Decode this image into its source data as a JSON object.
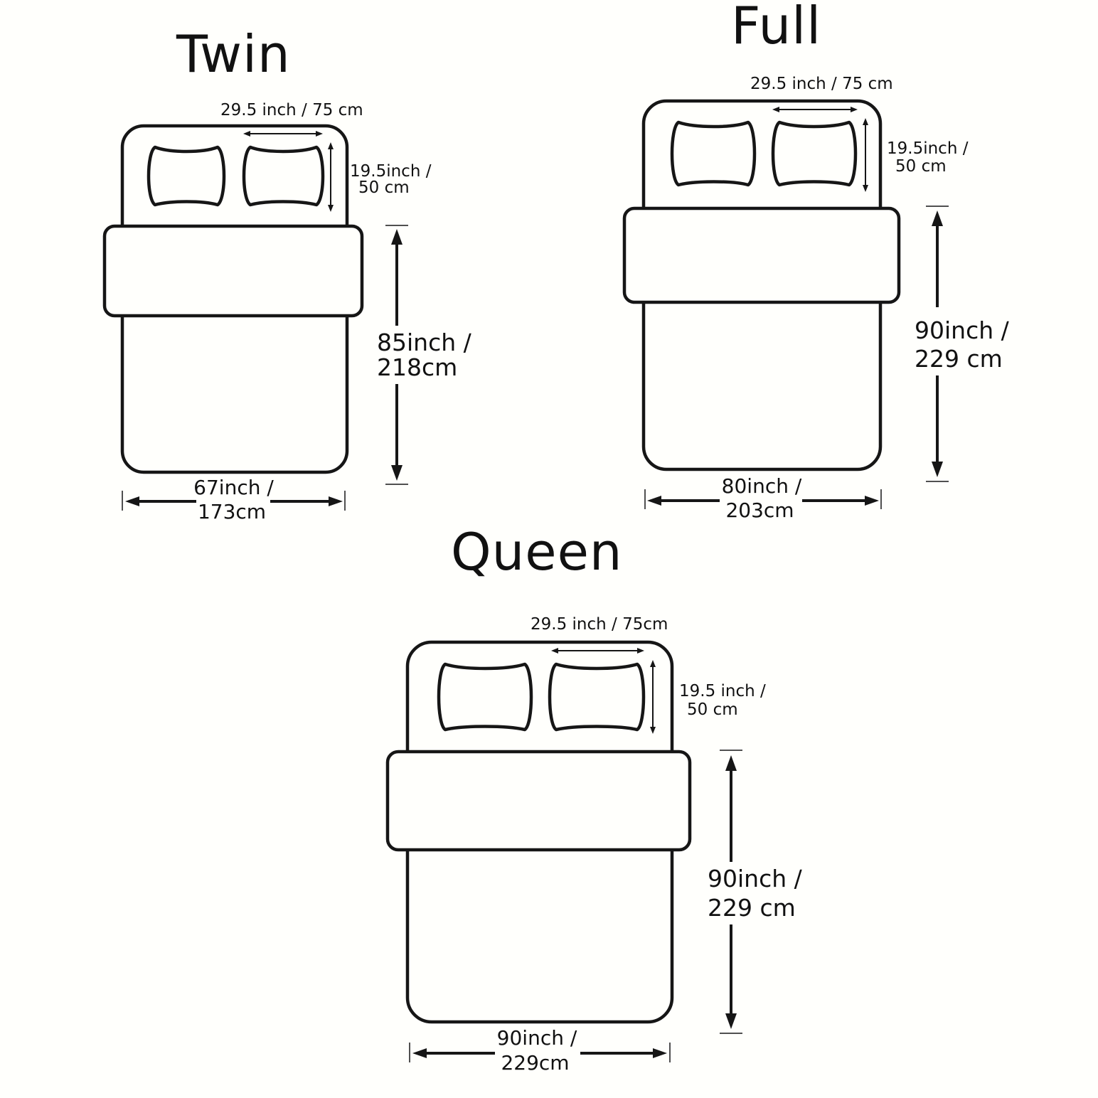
{
  "beds": [
    {
      "name": "Twin",
      "pillow_width": "29.5 inch / 75 cm",
      "pillow_height_line1": "19.5inch /",
      "pillow_height_line2": "50 cm",
      "length_line1": "85inch /",
      "length_line2": "218cm",
      "width_line1": "67inch /",
      "width_line2": "173cm"
    },
    {
      "name": "Full",
      "pillow_width": "29.5 inch / 75 cm",
      "pillow_height_line1": "19.5inch /",
      "pillow_height_line2": "50 cm",
      "length_line1": "90inch /",
      "length_line2": "229 cm",
      "width_line1": "80inch /",
      "width_line2": "203cm"
    },
    {
      "name": "Queen",
      "pillow_width": "29.5 inch / 75cm",
      "pillow_height_line1": "19.5 inch /",
      "pillow_height_line2": "50 cm",
      "length_line1": "90inch /",
      "length_line2": "229 cm",
      "width_line1": "90inch /",
      "width_line2": "229cm"
    }
  ]
}
